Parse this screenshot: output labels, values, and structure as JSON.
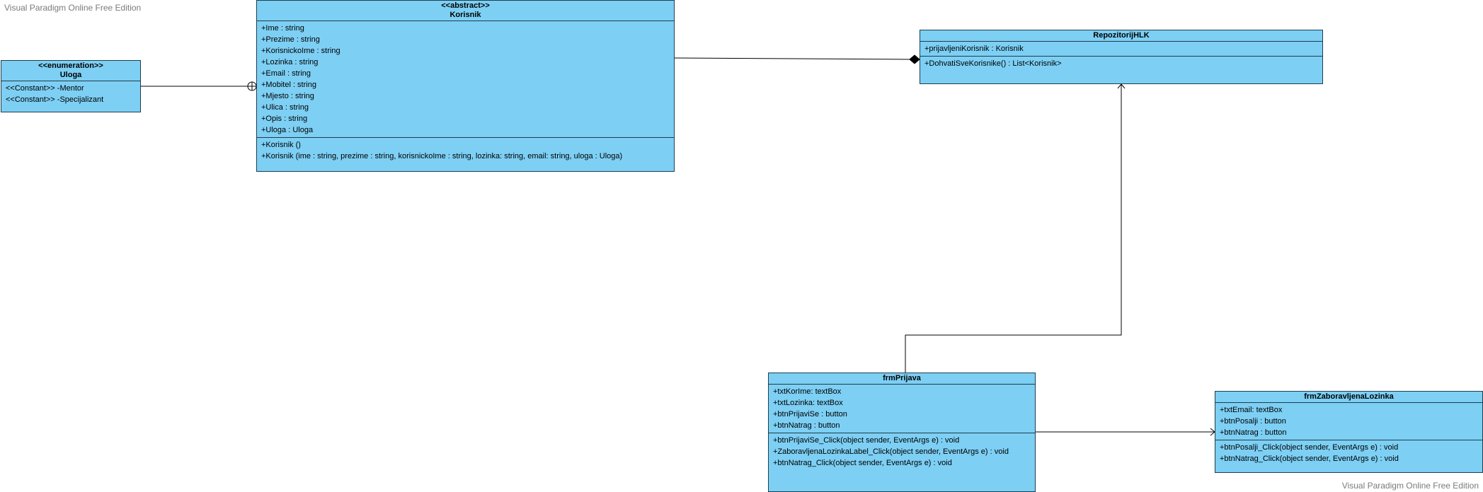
{
  "watermarks": {
    "top": "Visual Paradigm Online Free Edition",
    "bottom": "Visual Paradigm Online Free Edition"
  },
  "colors": {
    "class_fill": "#7dcff4",
    "class_border": "#1f3d4c",
    "line": "#000000"
  },
  "classes": {
    "uloga": {
      "stereotype": "<<enumeration>>",
      "name": "Uloga",
      "attributes": [
        "<<Constant>> -Mentor",
        "<<Constant>> -Specijalizant"
      ]
    },
    "korisnik": {
      "stereotype": "<<abstract>>",
      "name": "Korisnik",
      "attributes": [
        "+Ime : string",
        "+Prezime : string",
        "+KorisnickoIme : string",
        "+Lozinka : string",
        "+Email : string",
        "+Mobitel : string",
        "+Mjesto : string",
        "+Ulica : string",
        "+Opis : string",
        "+Uloga : Uloga"
      ],
      "operations": [
        "+Korisnik ()",
        "+Korisnik (ime : string, prezime : string, korisnickoIme : string, lozinka: string, email: string, uloga : Uloga)"
      ]
    },
    "repozitorij": {
      "name": "RepozitorijHLK",
      "attributes": [
        "+prijavljeniKorisnik : Korisnik"
      ],
      "operations": [
        "+DohvatiSveKorisnike() : List<Korisnik>"
      ]
    },
    "frmPrijava": {
      "name": "frmPrijava",
      "attributes": [
        "+txtKorIme: textBox",
        "+txtLozinka: textBox",
        "+btnPrijaviSe : button",
        "+btnNatrag : button"
      ],
      "operations": [
        "+btnPrijaviSe_Click(object sender, EventArgs e) : void",
        "+ZaboravljenaLozinkaLabel_Click(object sender, EventArgs e) : void",
        "+btnNatrag_Click(object sender, EventArgs e) : void"
      ]
    },
    "frmZaboravljena": {
      "name": "frmZaboravljenaLozinka",
      "attributes": [
        "+txtEmail: textBox",
        "+btnPosalji : button",
        "+btnNatrag : button"
      ],
      "operations": [
        "+btnPosalji_Click(object sender, EventArgs e) : void",
        "+btnNatrag_Click(object sender, EventArgs e) : void"
      ]
    }
  }
}
